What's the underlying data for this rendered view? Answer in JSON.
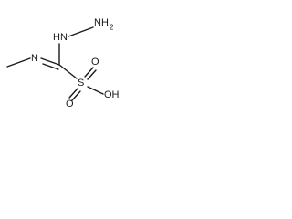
{
  "molecule": {
    "atoms": {
      "nh_label": "HN",
      "nh2_label": "NH",
      "nh2_subscript": "2",
      "n_label": "N",
      "s_label": "S",
      "o_top_label": "O",
      "o_bottom_label": "O",
      "oh_label": "OH"
    },
    "bond_color": "#1a1a1a"
  }
}
